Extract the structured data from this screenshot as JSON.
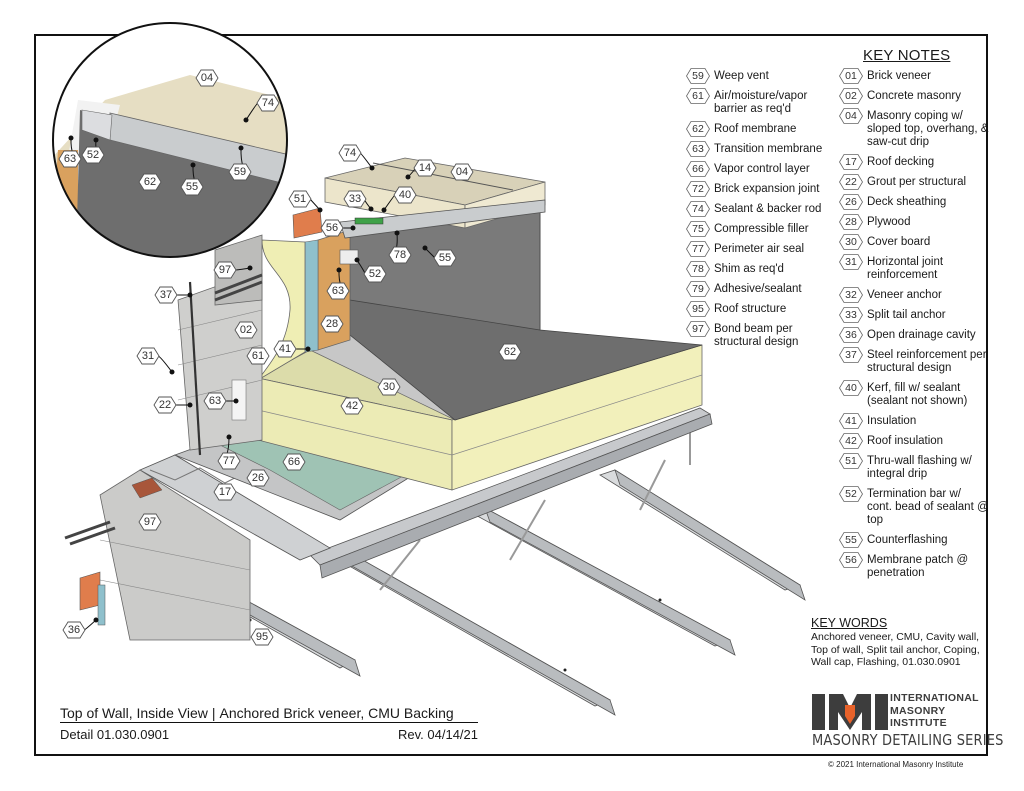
{
  "title": {
    "view": "Top of Wall, Inside View",
    "separator": "|",
    "subtitle": "Anchored Brick veneer, CMU Backing",
    "detail": "Detail 01.030.0901",
    "revision": "Rev. 04/14/21"
  },
  "key_notes": {
    "heading": "KEY NOTES",
    "column1": [
      {
        "num": "59",
        "text": "Weep vent"
      },
      {
        "num": "61",
        "text": "Air/moisture/vapor barrier as req'd"
      },
      {
        "num": "62",
        "text": "Roof membrane"
      },
      {
        "num": "63",
        "text": "Transition membrane"
      },
      {
        "num": "66",
        "text": "Vapor control layer"
      },
      {
        "num": "72",
        "text": "Brick expansion joint"
      },
      {
        "num": "74",
        "text": "Sealant & backer rod"
      },
      {
        "num": "75",
        "text": "Compressible filler"
      },
      {
        "num": "77",
        "text": "Perimeter air seal"
      },
      {
        "num": "78",
        "text": "Shim as req'd"
      },
      {
        "num": "79",
        "text": "Adhesive/sealant"
      },
      {
        "num": "95",
        "text": "Roof structure"
      },
      {
        "num": "97",
        "text": "Bond beam per structural design"
      }
    ],
    "column2": [
      {
        "num": "01",
        "text": "Brick veneer"
      },
      {
        "num": "02",
        "text": "Concrete masonry"
      },
      {
        "num": "04",
        "text": "Masonry coping w/ sloped top, overhang, & saw-cut drip"
      },
      {
        "num": "17",
        "text": "Roof decking"
      },
      {
        "num": "22",
        "text": "Grout per structural"
      },
      {
        "num": "26",
        "text": "Deck sheathing"
      },
      {
        "num": "28",
        "text": "Plywood"
      },
      {
        "num": "30",
        "text": "Cover board"
      },
      {
        "num": "31",
        "text": "Horizontal joint reinforcement"
      },
      {
        "num": "32",
        "text": "Veneer anchor"
      },
      {
        "num": "33",
        "text": "Split tail anchor"
      },
      {
        "num": "36",
        "text": "Open drainage cavity"
      },
      {
        "num": "37",
        "text": "Steel reinforcement per structural design"
      },
      {
        "num": "40",
        "text": "Kerf, fill w/ sealant (sealant not shown)"
      },
      {
        "num": "41",
        "text": "Insulation"
      },
      {
        "num": "42",
        "text": "Roof insulation"
      },
      {
        "num": "51",
        "text": "Thru-wall flashing w/ integral drip"
      },
      {
        "num": "52",
        "text": "Termination bar w/ cont. bead of sealant @ top"
      },
      {
        "num": "55",
        "text": "Counterflashing"
      },
      {
        "num": "56",
        "text": "Membrane patch @ penetration"
      }
    ]
  },
  "key_words": {
    "heading": "KEY WORDS",
    "text": "Anchored veneer, CMU, Cavity wall, Top of wall, Split tail anchor, Coping, Wall cap, Flashing, 01.030.0901"
  },
  "logo": {
    "mark": "IMI",
    "line1": "INTERNATIONAL",
    "line2": "MASONRY",
    "line3": "INSTITUTE",
    "series": "MASONRY DETAILING SERIES",
    "accent_color": "#e8622a",
    "text_color": "#3d3d3d"
  },
  "copyright": "© 2021 International Masonry Institute",
  "callouts": {
    "detail_circle": [
      "04",
      "74",
      "52",
      "63",
      "62",
      "55",
      "59"
    ],
    "main": [
      "74",
      "14",
      "04",
      "51",
      "33",
      "40",
      "56",
      "78",
      "55",
      "52",
      "63",
      "97",
      "37",
      "02",
      "28",
      "41",
      "61",
      "62",
      "31",
      "22",
      "63",
      "30",
      "42",
      "77",
      "66",
      "26",
      "17",
      "97",
      "36",
      "95"
    ]
  },
  "colors": {
    "membrane": "#6e6e6e",
    "insulation": "#efeeb4",
    "vapor_layer": "#9fc3b4",
    "coping": "#e4dcc4",
    "plywood": "#d9a15e",
    "brick": "#e07d4c",
    "cmu": "#c9c9c7",
    "steel": "#d4d6d8"
  }
}
